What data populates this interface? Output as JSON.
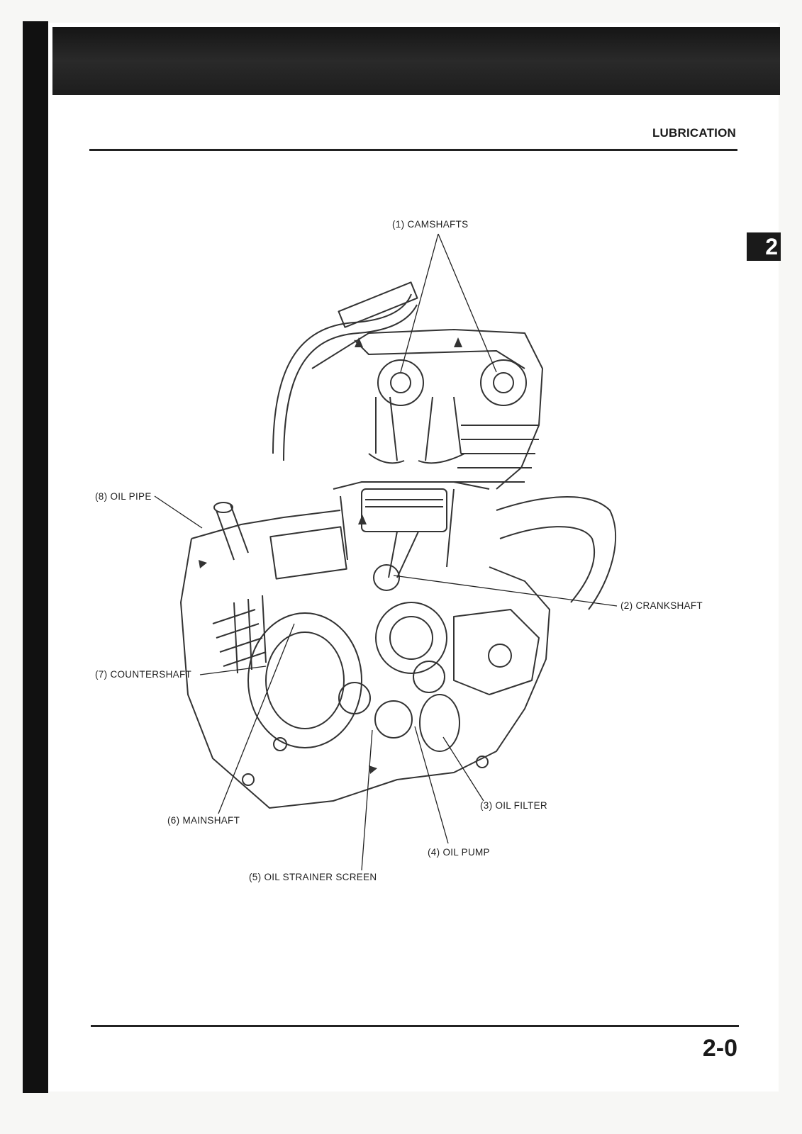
{
  "header": {
    "section_title": "LUBRICATION",
    "chapter_tab": "2"
  },
  "figure": {
    "callouts": {
      "camshafts": "(1) CAMSHAFTS",
      "crankshaft": "(2) CRANKSHAFT",
      "oil_filter": "(3) OIL FILTER",
      "oil_pump": "(4) OIL PUMP",
      "oil_strainer_screen": "(5) OIL STRAINER SCREEN",
      "mainshaft": "(6) MAINSHAFT",
      "countershaft": "(7) COUNTERSHAFT",
      "oil_pipe": "(8) OIL PIPE"
    }
  },
  "footer": {
    "page_number": "2-0"
  }
}
